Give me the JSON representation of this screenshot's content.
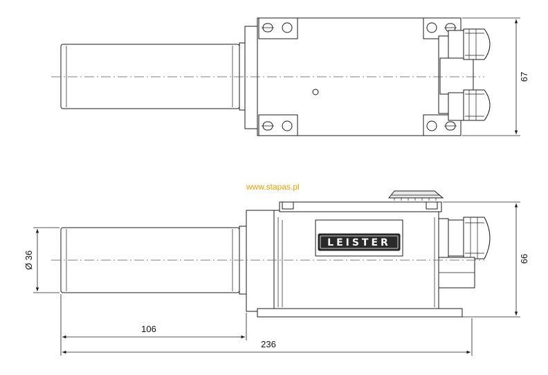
{
  "watermark": {
    "text": "www.stapas.pl",
    "color": "#f5a000"
  },
  "brand_label": "LEISTER",
  "dimensions": {
    "top_view_height": "67",
    "side_view_height": "66",
    "tube_diameter": "Ø 36",
    "tube_length": "106",
    "overall_length": "236"
  }
}
